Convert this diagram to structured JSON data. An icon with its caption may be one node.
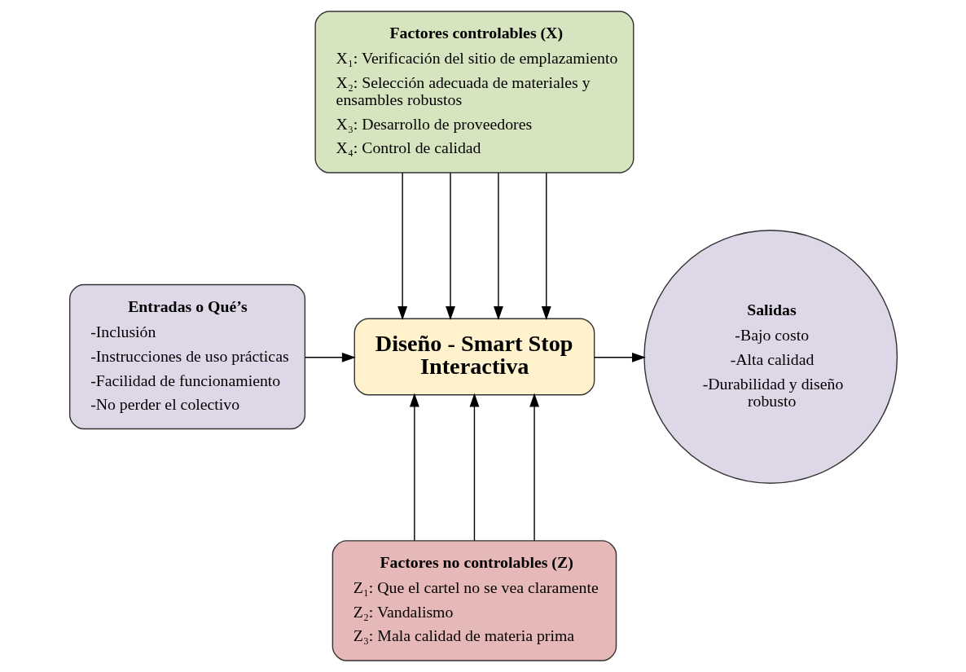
{
  "diagram": {
    "nodes": [
      {
        "text": [
          "Factores controlables (X)",
          "X₁: Verificación del sitio de emplazamiento",
          "X₂: Selección adecuada de materiales y ensambles robustos",
          "X₃: Desarrollo de proveedores",
          "X₄: Control de calidad"
        ]
      },
      {
        "text": [
          "Entradas o Qué’s",
          "-Inclusión",
          "-Instrucciones de uso prácticas",
          "-Facilidad de funcionamiento",
          "-No perder el colectivo"
        ]
      },
      {
        "text": [
          "Diseño - Smart Stop Interactiva"
        ]
      },
      {
        "text": [
          "Salidas",
          "-Bajo costo",
          "-Alta calidad",
          "-Durabilidad y diseño robusto"
        ]
      },
      {
        "text": [
          "Factores no controlables (Z)",
          "Z₁: Que el cartel no se vea claramente",
          "Z₂: Vandalismo",
          "Z₃: Mala calidad de materia prima"
        ]
      }
    ],
    "edges": [
      {
        "from": 0,
        "to": 2,
        "arrow": "to"
      },
      {
        "from": 0,
        "to": 2,
        "arrow": "to"
      },
      {
        "from": 0,
        "to": 2,
        "arrow": "to"
      },
      {
        "from": 0,
        "to": 2,
        "arrow": "to"
      },
      {
        "from": 1,
        "to": 2,
        "arrow": "to"
      },
      {
        "from": 2,
        "to": 3,
        "arrow": "to"
      },
      {
        "from": 4,
        "to": 2,
        "arrow": "to"
      },
      {
        "from": 4,
        "to": 2,
        "arrow": "to"
      },
      {
        "from": 4,
        "to": 2,
        "arrow": "to"
      }
    ]
  }
}
